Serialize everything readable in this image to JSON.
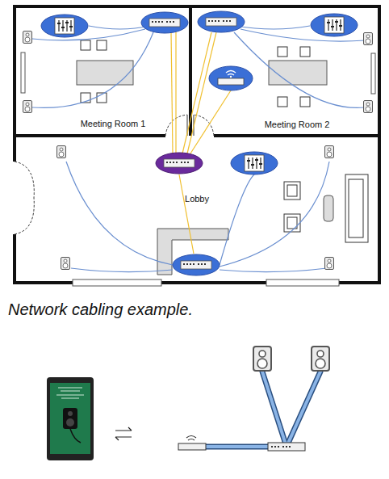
{
  "diagram": {
    "caption": "Network cabling example.",
    "nodes": [
      {
        "text": [
          "Meeting Room 1"
        ]
      },
      {
        "text": [
          "Meeting Room 2"
        ]
      },
      {
        "text": [
          "Lobby"
        ]
      }
    ]
  }
}
